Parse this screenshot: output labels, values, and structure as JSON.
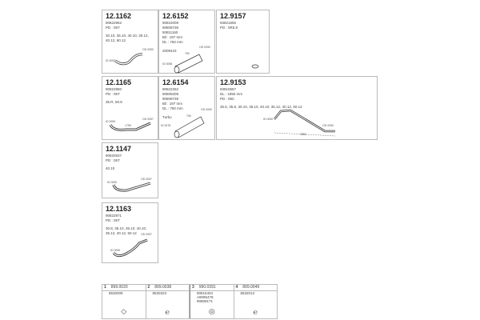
{
  "parts": [
    {
      "number": "12.1162",
      "lines": [
        "90822962",
        "PD : 05T"
      ],
      "notes": [
        "30.10, 35.10, 40.10, 30.12,",
        "40.12, 60.12"
      ],
      "labels": [
        "ID 0053",
        "OD 0050"
      ]
    },
    {
      "number": "12.6152",
      "lines": [
        "90822009",
        "90809738",
        "50811160",
        "Bil : 197 mm",
        "DL : 750 mm"
      ],
      "notes": [
        "2009423"
      ],
      "labels": [
        "ID 0058",
        "OD 0050",
        "750"
      ]
    },
    {
      "number": "12.9157",
      "lines": [
        "93821655",
        "PD : 0R5.8"
      ],
      "notes": [],
      "labels": []
    },
    {
      "number": "12.1165",
      "lines": [
        "90822850",
        "PD : 05T"
      ],
      "notes": [
        "35.R, 50.8"
      ],
      "labels": [
        "ID 0050",
        "OD 0057",
        "1755"
      ]
    },
    {
      "number": "12.6154",
      "lines": [
        "90822262",
        "90809209",
        "90809739",
        "Bil : 197 mm",
        "DL : 750 mm"
      ],
      "notes": [
        "Turbo"
      ],
      "labels": [
        "ID 0078",
        "OD 0050",
        "750"
      ]
    },
    {
      "number": "12.9153",
      "lines": [
        "93810557",
        "DL : 1850 mm",
        "PD : 08C"
      ],
      "notes": [
        "35.5, 35.8, 30.10, 35.10, 40.10, 35.12, 40.12, 50.12"
      ],
      "labels": [
        "ID 0050",
        "OD 0050",
        "1850"
      ]
    },
    {
      "number": "12.1147",
      "lines": [
        "90820937",
        "PD : 05T"
      ],
      "notes": [
        "40.10"
      ],
      "labels": [
        "ID 0050",
        "OD 0057"
      ]
    },
    {
      "number": "12.1163",
      "lines": [
        "90822971",
        "PD : 05T"
      ],
      "notes": [
        "30.8, 35.10, 35.10, 40.10,",
        "35.12, 40.12, 50.12"
      ],
      "labels": [
        "ID 0050",
        "OD 0057"
      ]
    }
  ],
  "accessories": [
    {
      "index": "1",
      "number": "899.0020",
      "refs": [
        "8530009"
      ],
      "icon": "◇"
    },
    {
      "index": "2",
      "number": "899.0038",
      "refs": [
        "8530323"
      ],
      "icon": "℮"
    },
    {
      "index": "3",
      "number": "990.0391",
      "refs": [
        "90815404",
        "A9095478",
        "90809171"
      ],
      "icon": "◎"
    },
    {
      "index": "4",
      "number": "899.0049",
      "refs": [
        "8532013"
      ],
      "icon": "℮"
    }
  ]
}
